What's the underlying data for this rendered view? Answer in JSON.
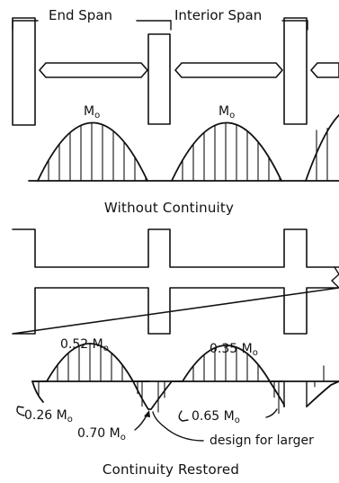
{
  "top_section": {
    "span_labels": [
      "End Span",
      "Interior Span"
    ],
    "moment_labels": [
      {
        "text": "M",
        "subscript": "o"
      },
      {
        "text": "M",
        "subscript": "o"
      }
    ],
    "caption": "Without Continuity"
  },
  "bottom_section": {
    "moment_labels": {
      "end_span_positive": {
        "text": "0.52 M",
        "subscript": "o"
      },
      "interior_span_positive": {
        "text": "0.35 M",
        "subscript": "o"
      },
      "exterior_negative": {
        "text": "0.26 M",
        "subscript": "o"
      },
      "first_interior_negative": {
        "text": "0.70 M",
        "subscript": "o"
      },
      "interior_negative": {
        "text": "0.65 M",
        "subscript": "o"
      }
    },
    "note": "design for larger",
    "caption": "Continuity Restored"
  }
}
